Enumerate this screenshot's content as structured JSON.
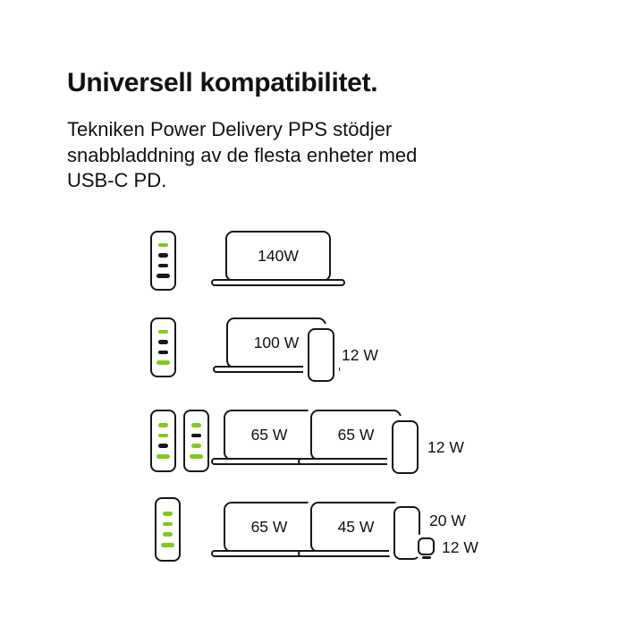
{
  "colors": {
    "background": "#ffffff",
    "text": "#101214",
    "outline": "#15181a",
    "green": "#82c91e",
    "dark": "#15181a"
  },
  "header": {
    "title": "Universell kompatibilitet.",
    "description_lines": [
      "Tekniken Power Delivery PPS stödjer",
      "snabbladdning av de flesta enheter med",
      "USB-C PD."
    ]
  },
  "rows": [
    {
      "name": "one-device-140w",
      "chargers": [
        {
          "ports": [
            "green",
            "dark",
            "dark",
            "dark"
          ]
        }
      ],
      "devices": [
        {
          "type": "laptop",
          "label": "140W"
        }
      ]
    },
    {
      "name": "two-devices",
      "chargers": [
        {
          "ports": [
            "green",
            "dark",
            "dark",
            "green"
          ]
        }
      ],
      "devices": [
        {
          "type": "laptop",
          "label": "100 W"
        },
        {
          "type": "phone",
          "label": "12 W"
        }
      ]
    },
    {
      "name": "three-devices",
      "chargers": [
        {
          "ports": [
            "green",
            "green",
            "dark",
            "green"
          ]
        },
        {
          "ports": [
            "green",
            "dark",
            "green",
            "green"
          ]
        }
      ],
      "devices": [
        {
          "type": "laptop",
          "label": "65 W"
        },
        {
          "type": "laptop",
          "label": "65 W"
        },
        {
          "type": "phone",
          "label": "12 W"
        }
      ]
    },
    {
      "name": "four-devices",
      "chargers": [
        {
          "ports": [
            "green",
            "green",
            "green",
            "green"
          ]
        }
      ],
      "devices": [
        {
          "type": "laptop",
          "label": "65 W"
        },
        {
          "type": "laptop",
          "label": "45 W"
        },
        {
          "type": "phone",
          "label": "20 W"
        },
        {
          "type": "watch",
          "label": "12 W"
        }
      ]
    }
  ]
}
